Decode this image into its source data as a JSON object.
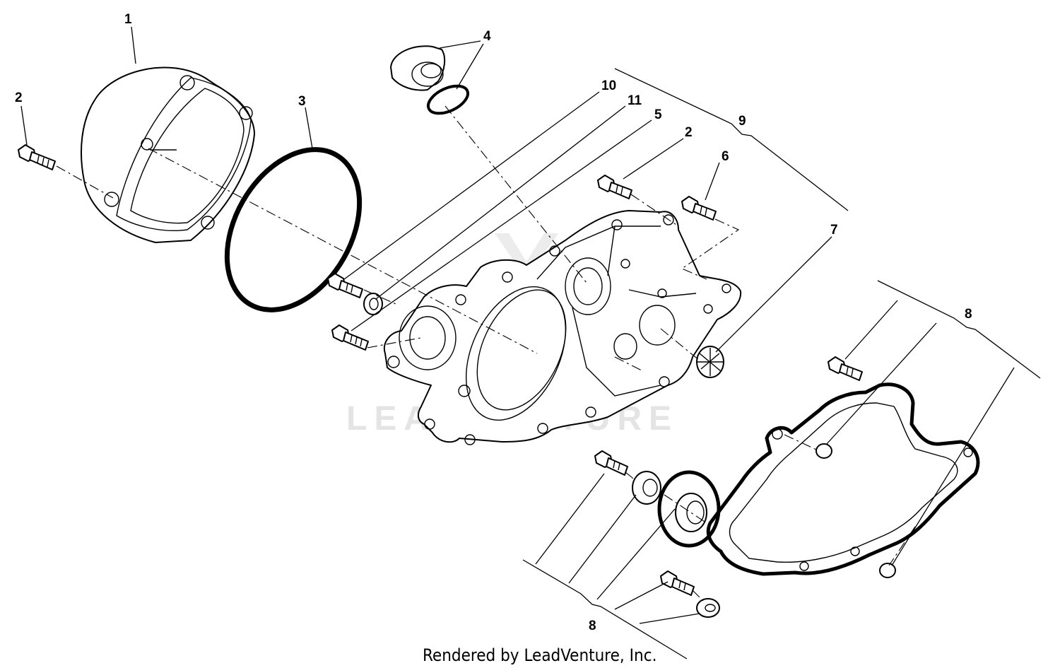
{
  "diagram": {
    "callouts": {
      "c1": "1",
      "c2a": "2",
      "c3": "3",
      "c4": "4",
      "c10": "10",
      "c11": "11",
      "c5": "5",
      "c2b": "2",
      "c9": "9",
      "c6": "6",
      "c7": "7",
      "c8a": "8",
      "c8b": "8"
    },
    "watermark": "LEADVENTURE",
    "footer": "Rendered by LeadVenture, Inc."
  }
}
